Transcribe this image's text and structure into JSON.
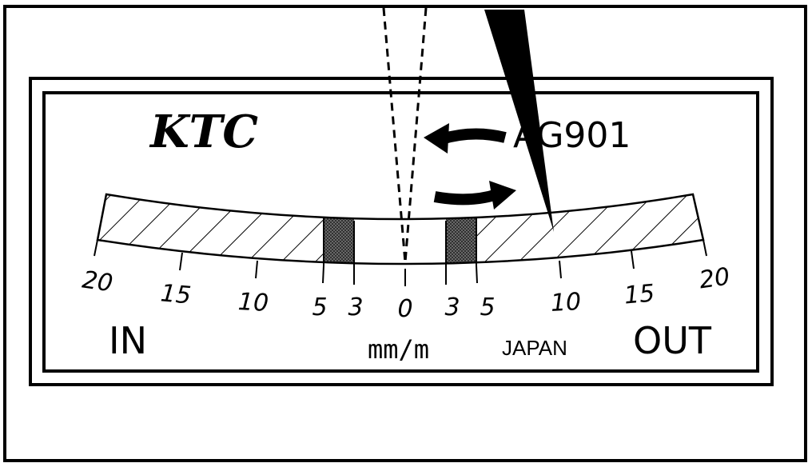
{
  "brand": "KTC",
  "model": "AG901",
  "scale": {
    "left_labels": [
      "20",
      "15",
      "10",
      "5",
      "3"
    ],
    "zero_label": "0",
    "right_labels": [
      "3",
      "5",
      "10",
      "15",
      "20"
    ]
  },
  "labels": {
    "in": "IN",
    "out": "OUT",
    "unit": "mm/m",
    "origin": "JAPAN"
  },
  "needle_reading": 9,
  "colors": {
    "ink": "#000000",
    "paper": "#ffffff",
    "band_fill": "#555555"
  }
}
